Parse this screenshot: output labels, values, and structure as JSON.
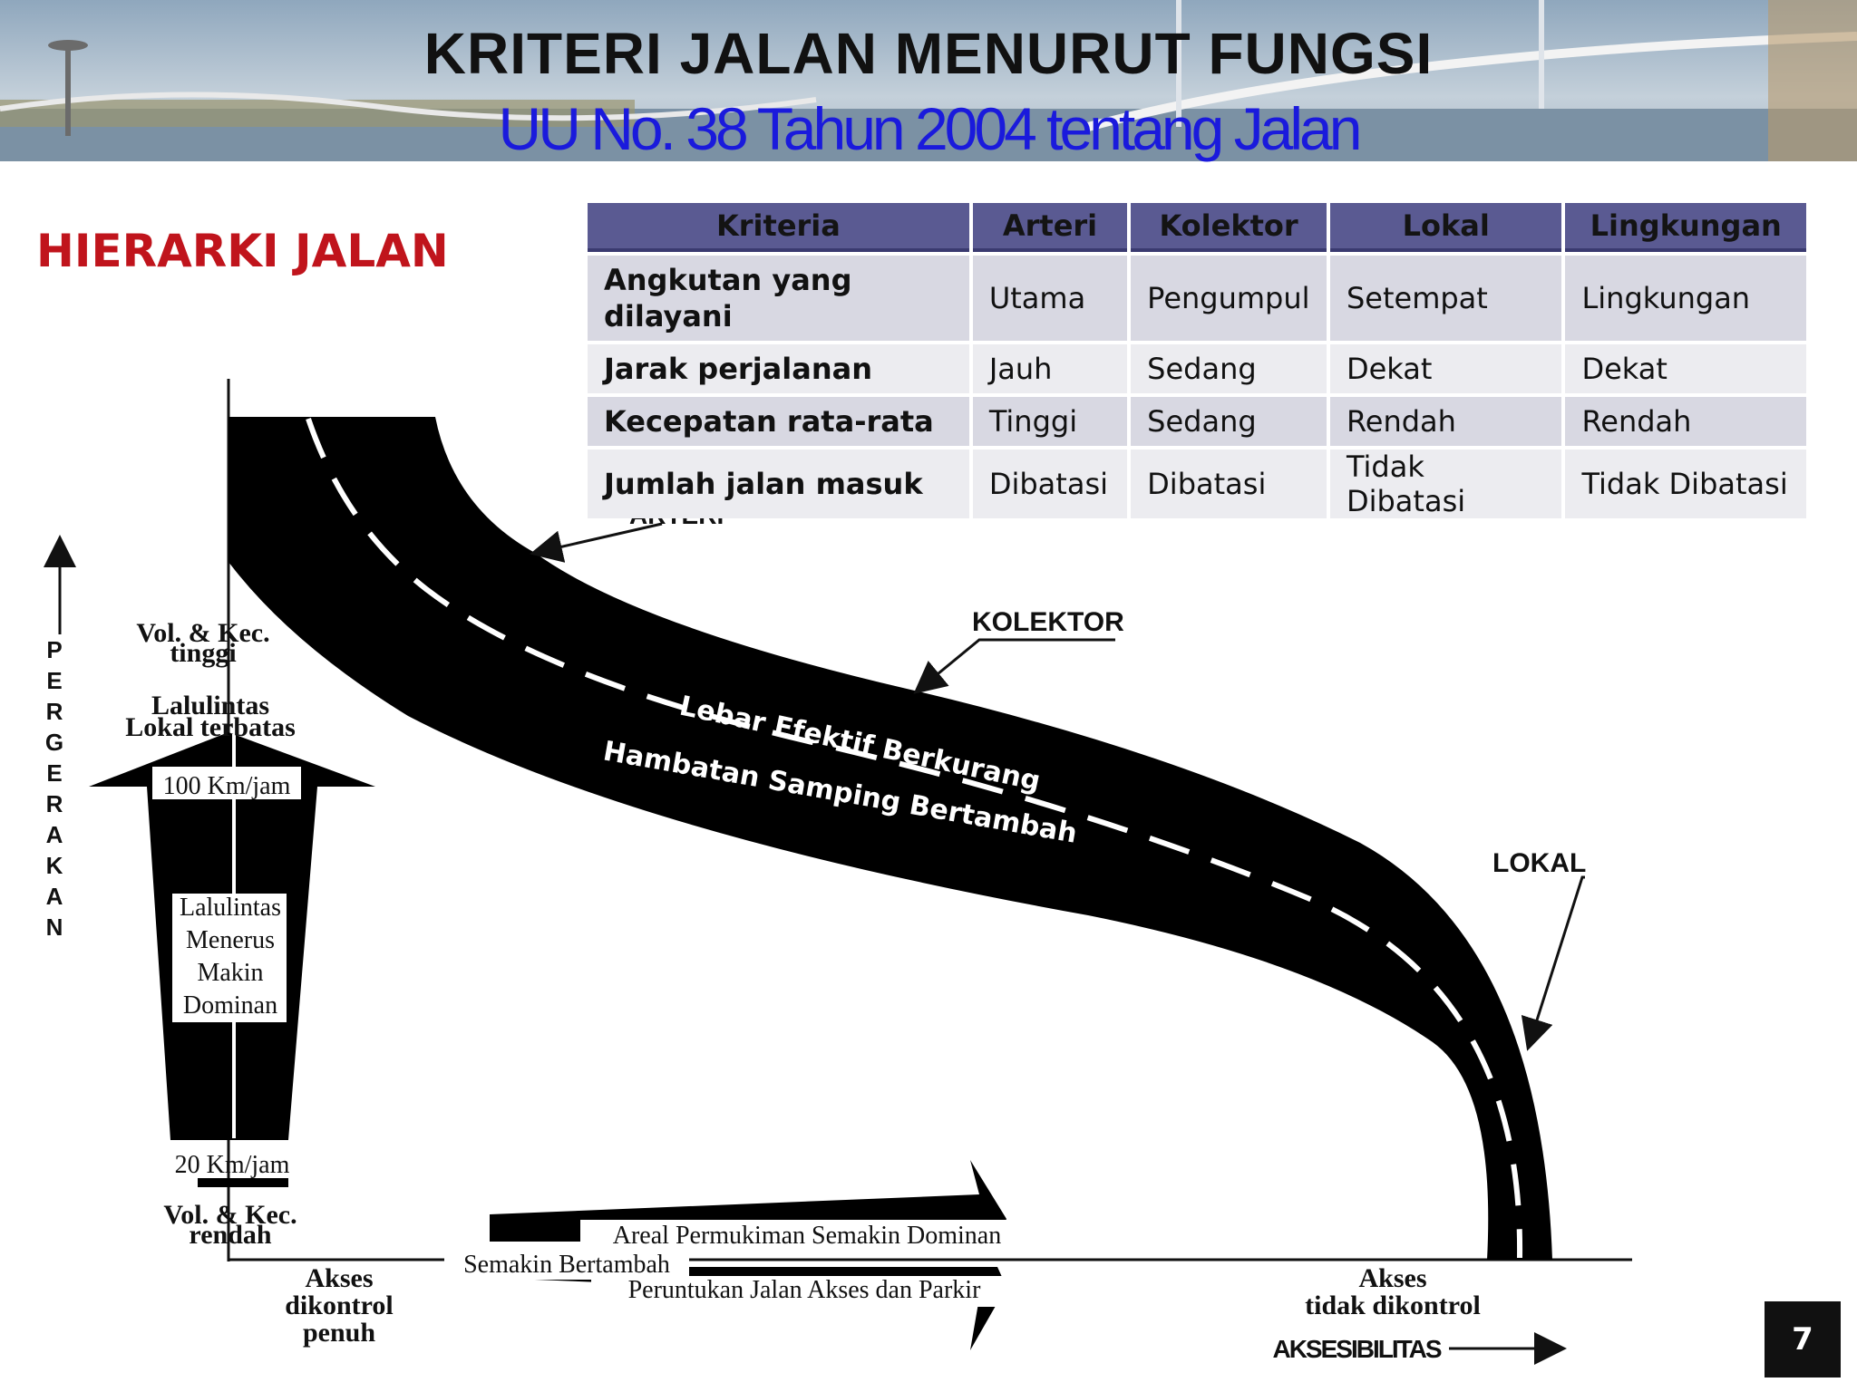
{
  "header": {
    "title": "KRITERI JALAN MENURUT FUNGSI",
    "subtitle": "UU No. 38 Tahun 2004 tentang Jalan"
  },
  "section_title": "HIERARKI JALAN",
  "table": {
    "headers": [
      "Kriteria",
      "Arteri",
      "Kolektor",
      "Lokal",
      "Lingkungan"
    ],
    "rows": [
      [
        "Angkutan yang dilayani",
        "Utama",
        "Pengumpul",
        "Setempat",
        "Lingkungan"
      ],
      [
        "Jarak perjalanan",
        "Jauh",
        "Sedang",
        "Dekat",
        "Dekat"
      ],
      [
        "Kecepatan rata-rata",
        "Tinggi",
        "Sedang",
        "Rendah",
        "Rendah"
      ],
      [
        "Jumlah jalan masuk",
        "Dibatasi",
        "Dibatasi",
        "Tidak Dibatasi",
        "Tidak Dibatasi"
      ]
    ]
  },
  "diagram": {
    "y_axis_label": "PERGERAKAN",
    "vol_high": "Vol. & Kec. tinggi",
    "traffic_local": "Lalulintas Lokal terbatas",
    "speed_high": "100 Km/jam",
    "through_traffic": "Lalulintas Menerus Makin Dominan",
    "speed_low": "20 Km/jam",
    "vol_low": "Vol. & Kec. rendah",
    "access_full": "Akses dikontrol penuh",
    "area_residential": "Areal Permukiman Semakin Dominan",
    "increasing": "Semakin Bertambah",
    "access_use": "Peruntukan Jalan Akses dan Parkir",
    "access_uncontrolled": "Akses tidak dikontrol",
    "x_axis_label": "AKSESIBILITAS",
    "label_arteri": "ARTERI",
    "label_kolektor": "KOLEKTOR",
    "label_lokal": "LOKAL",
    "road_text_1": "Lebar Efektif Berkurang",
    "road_text_2": "Hambatan Samping Bertambah"
  },
  "page_number": "7"
}
